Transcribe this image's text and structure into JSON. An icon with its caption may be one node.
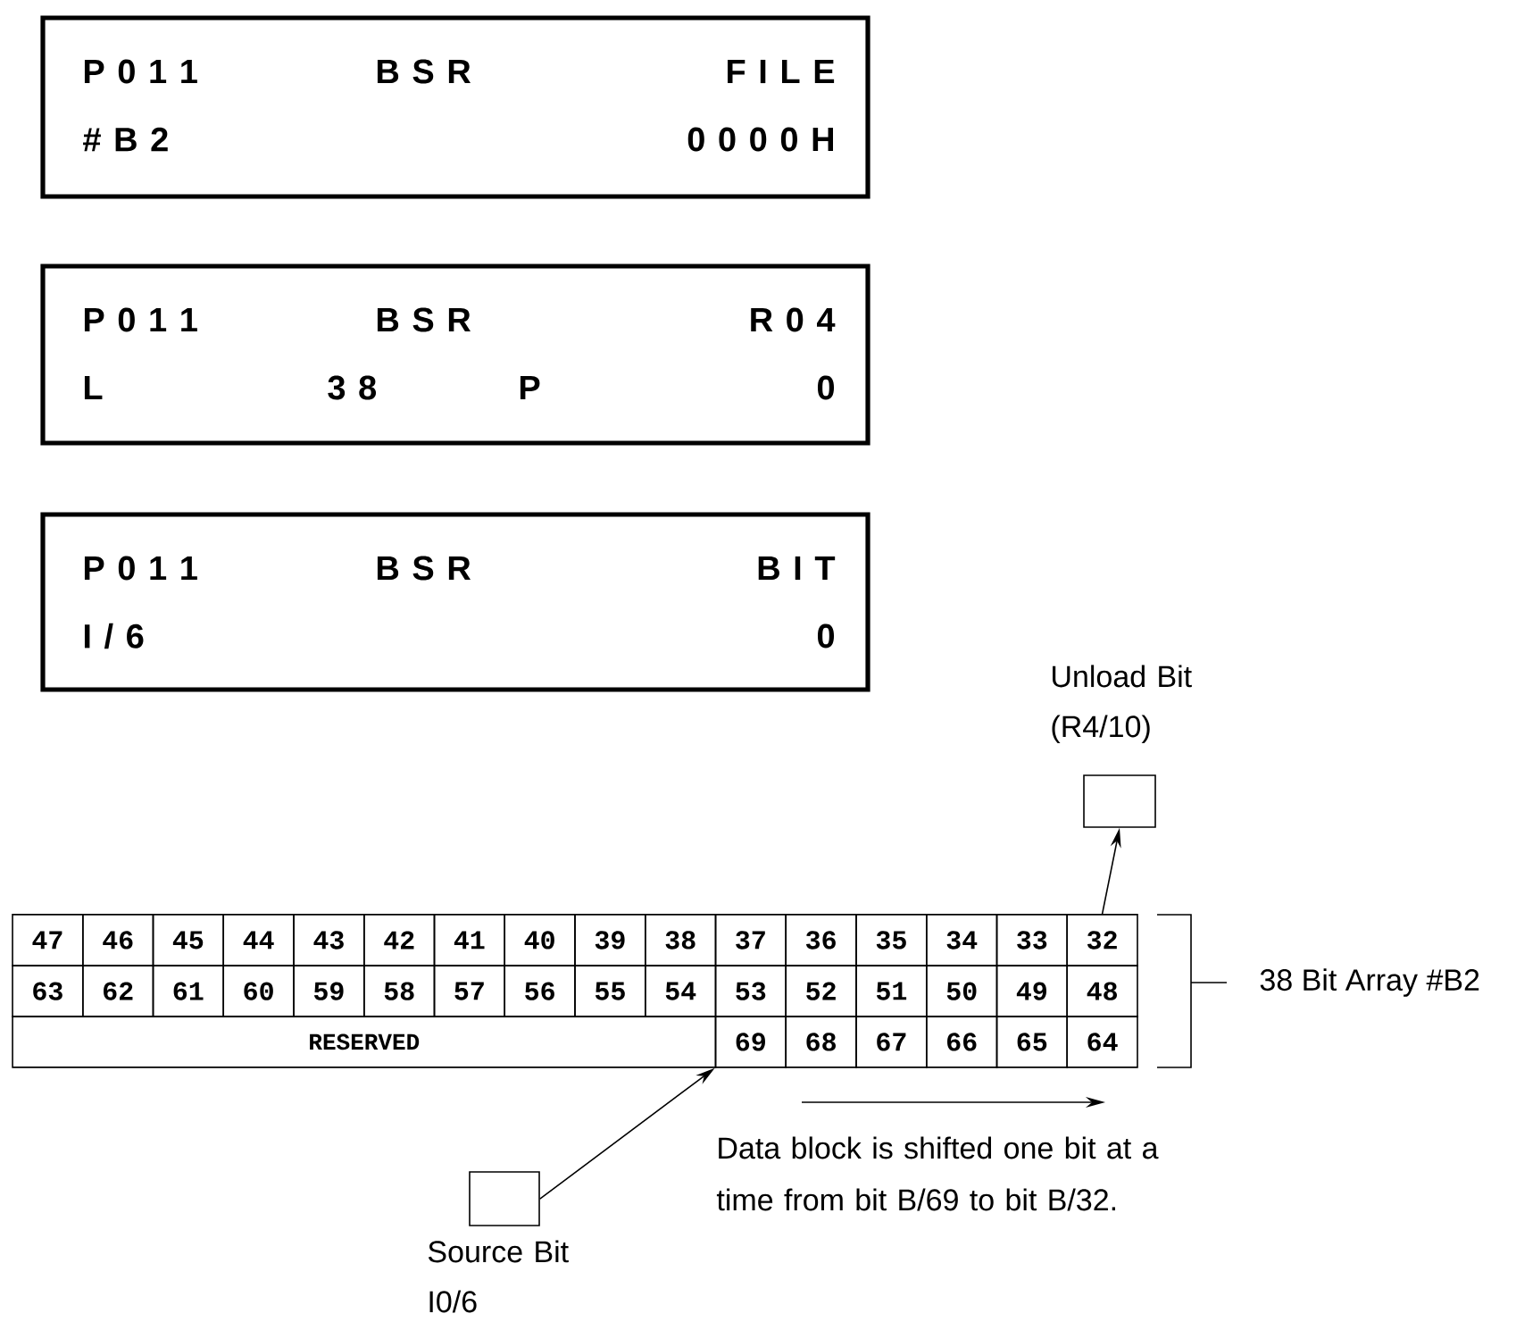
{
  "diagram": {
    "nodes": [
      {
        "text": [
          "P 0 1 1",
          "B S R",
          "F I L E",
          "# B 2",
          "0 0 0 0 H"
        ]
      },
      {
        "text": [
          "P 0 1 1",
          "B S R",
          "R 0 4",
          "L",
          "3 8",
          "P",
          "0"
        ]
      },
      {
        "text": [
          "P 0 1 1",
          "B S R",
          "B I T",
          "I / 6",
          "0"
        ]
      },
      {
        "text": [
          "Unload Bit (R4/10)"
        ]
      },
      {
        "text": [
          "47"
        ]
      },
      {
        "text": [
          "46"
        ]
      },
      {
        "text": [
          "45"
        ]
      },
      {
        "text": [
          "44"
        ]
      },
      {
        "text": [
          "43"
        ]
      },
      {
        "text": [
          "42"
        ]
      },
      {
        "text": [
          "41"
        ]
      },
      {
        "text": [
          "40"
        ]
      },
      {
        "text": [
          "39"
        ]
      },
      {
        "text": [
          "38"
        ]
      },
      {
        "text": [
          "37"
        ]
      },
      {
        "text": [
          "36"
        ]
      },
      {
        "text": [
          "35"
        ]
      },
      {
        "text": [
          "34"
        ]
      },
      {
        "text": [
          "33"
        ]
      },
      {
        "text": [
          "32"
        ]
      },
      {
        "text": [
          "63"
        ]
      },
      {
        "text": [
          "62"
        ]
      },
      {
        "text": [
          "61"
        ]
      },
      {
        "text": [
          "60"
        ]
      },
      {
        "text": [
          "59"
        ]
      },
      {
        "text": [
          "58"
        ]
      },
      {
        "text": [
          "57"
        ]
      },
      {
        "text": [
          "56"
        ]
      },
      {
        "text": [
          "55"
        ]
      },
      {
        "text": [
          "54"
        ]
      },
      {
        "text": [
          "53"
        ]
      },
      {
        "text": [
          "52"
        ]
      },
      {
        "text": [
          "51"
        ]
      },
      {
        "text": [
          "50"
        ]
      },
      {
        "text": [
          "49"
        ]
      },
      {
        "text": [
          "48"
        ]
      },
      {
        "text": [
          "RESERVED"
        ]
      },
      {
        "text": [
          "69"
        ]
      },
      {
        "text": [
          "68"
        ]
      },
      {
        "text": [
          "67"
        ]
      },
      {
        "text": [
          "66"
        ]
      },
      {
        "text": [
          "65"
        ]
      },
      {
        "text": [
          "64"
        ]
      },
      {
        "text": [
          "Source Bit I0/6"
        ]
      }
    ],
    "edges": [
      {
        "from": 19,
        "to": 3,
        "arrow": "to"
      },
      {
        "from": 43,
        "to": 37,
        "arrow": "to"
      }
    ],
    "labels": [
      "38 Bit Array #B2",
      "Data block is shifted one bit at a time from bit B/69 to bit B/32."
    ]
  }
}
